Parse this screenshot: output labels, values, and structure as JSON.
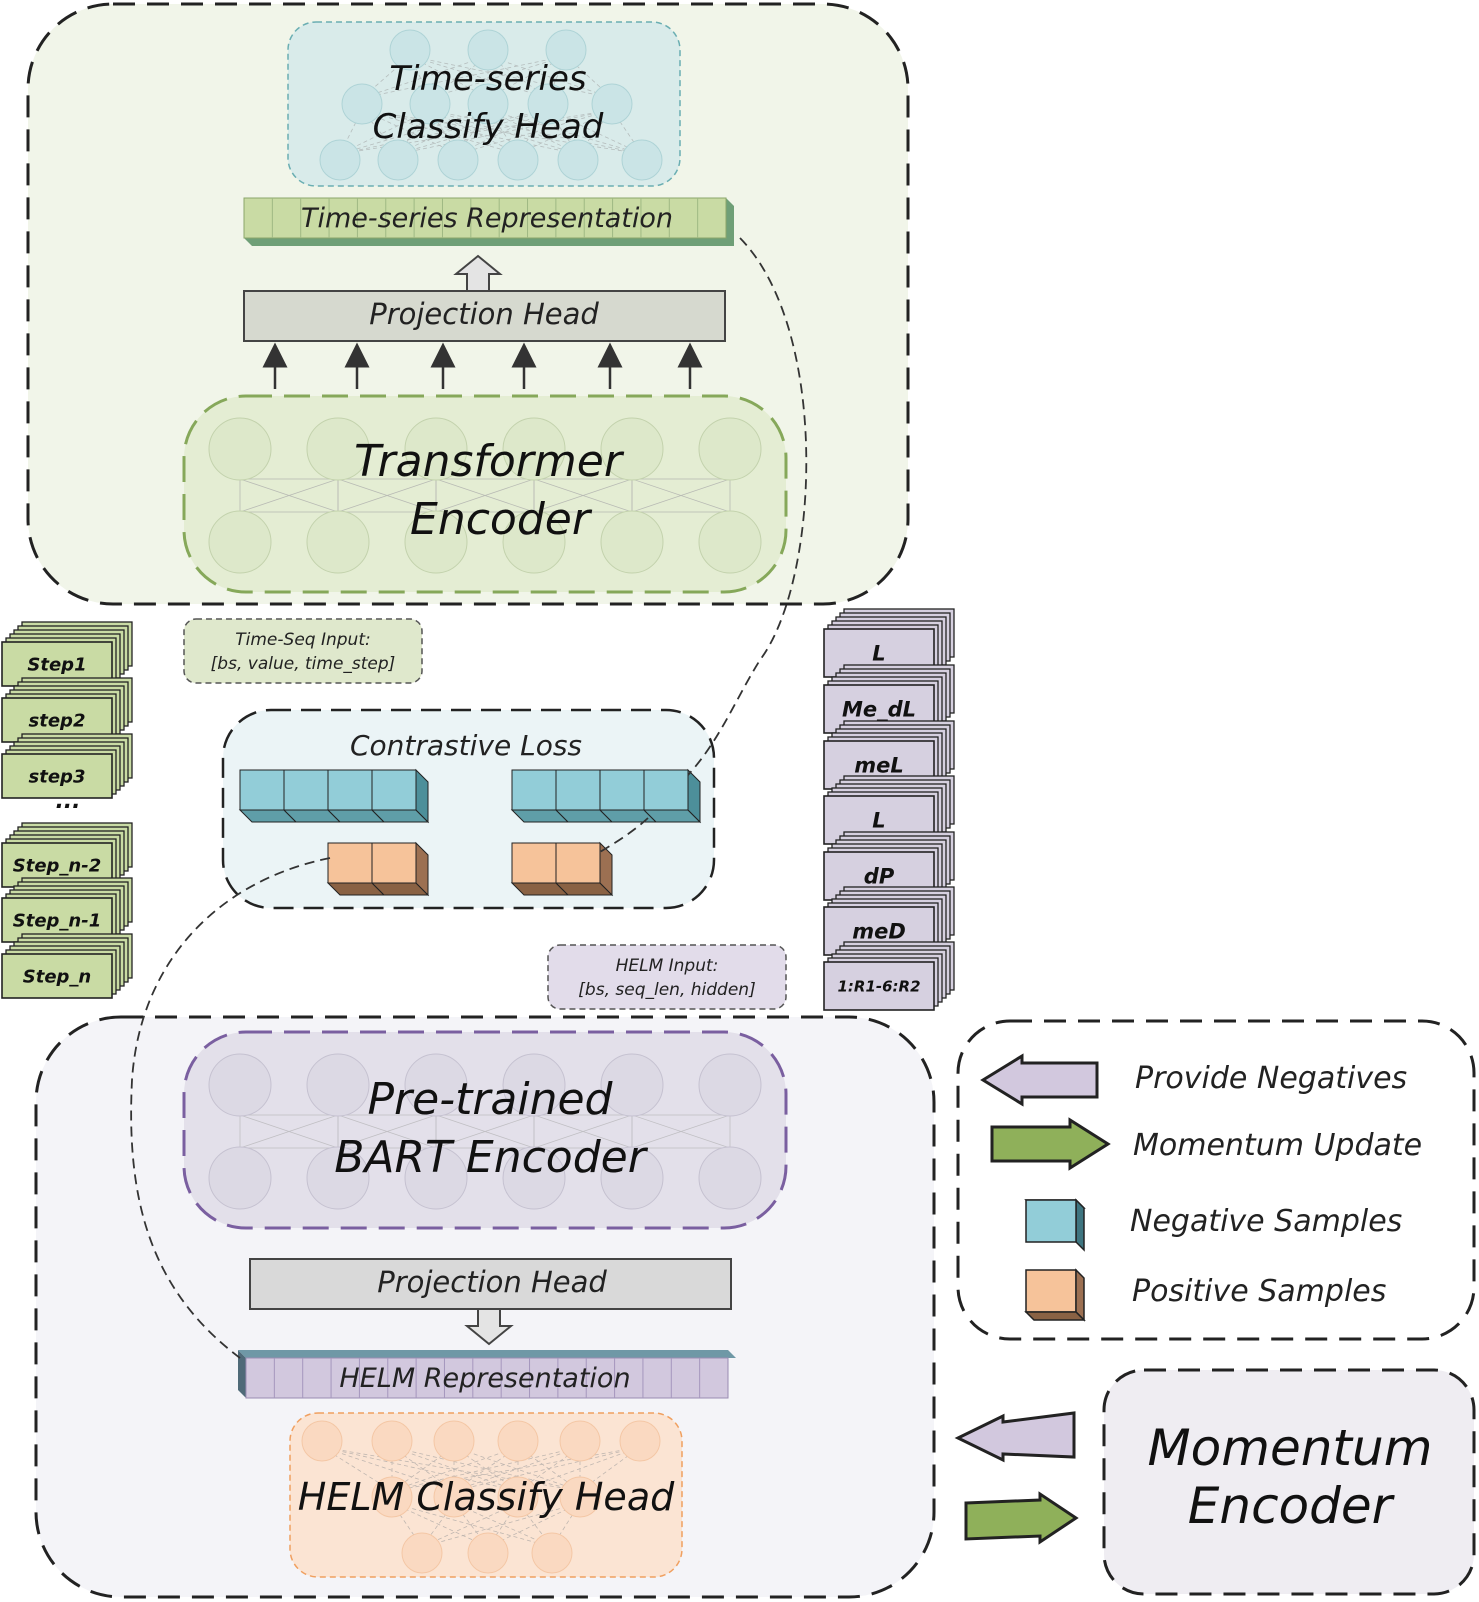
{
  "top_module": {
    "classify_head": {
      "line1": "Time-series",
      "line2": "Classify Head"
    },
    "representation": "Time-series Representation",
    "projection_head": "Projection Head",
    "encoder": {
      "line1": "Transformer",
      "line2": "Encoder"
    }
  },
  "time_seq_input": {
    "line1": "Time-Seq Input:",
    "line2": "[bs, value, time_step]"
  },
  "steps": {
    "upper": [
      "Step1",
      "step2",
      "step3"
    ],
    "ellipsis": "...",
    "lower": [
      "Step_n-2",
      "Step_n-1",
      "Step_n"
    ]
  },
  "contrastive_loss": "Contrastive Loss",
  "helm_tokens": [
    "L",
    "Me_dL",
    "meL",
    "L",
    "dP",
    "meD",
    "1:R1-6:R2"
  ],
  "helm_input": {
    "line1": "HELM Input:",
    "line2": "[bs, seq_len, hidden]"
  },
  "bottom_module": {
    "encoder": {
      "line1": "Pre-trained",
      "line2": "BART Encoder"
    },
    "projection_head": "Projection Head",
    "representation": "HELM Representation",
    "classify_head": "HELM Classify Head"
  },
  "legend": {
    "provide_negatives": "Provide Negatives",
    "momentum_update": "Momentum Update",
    "negative_samples": "Negative Samples",
    "positive_samples": "Positive Samples"
  },
  "momentum_encoder": {
    "line1": "Momentum",
    "line2": "Encoder"
  },
  "colors": {
    "green_fill": "#c9dba4",
    "green_dark": "#7e9b52",
    "purple_fill": "#d6d0e0",
    "purple_dark": "#7a6a94",
    "blue_fill": "#92cdd8",
    "blue_dark": "#4d8f9a",
    "orange_fill": "#f6c39a",
    "orange_dark": "#9c7052",
    "arrow_green": "#8fb05a",
    "arrow_purple": "#d2c8de"
  }
}
